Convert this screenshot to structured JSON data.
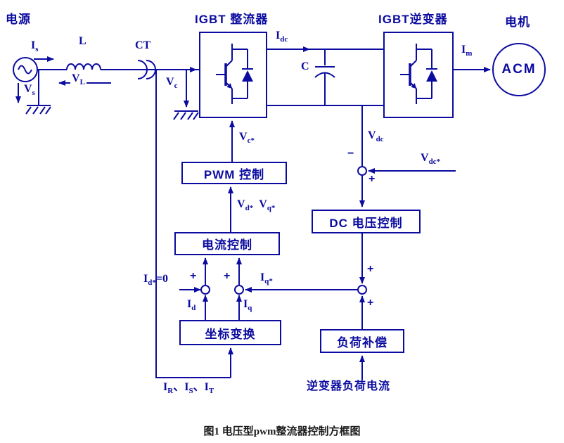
{
  "colors": {
    "line": "#0b0ba0",
    "caption": "#1a1a1a",
    "background": "#ffffff"
  },
  "caption": "图1 电压型pwm整流器控制方框图",
  "labels": {
    "power_source": "电源",
    "motor": "电机",
    "acm": "ACM",
    "rectifier_title": "IGBT 整流器",
    "inverter_title": "IGBT逆变器",
    "inductor": "L",
    "current_transformer": "CT",
    "capacitor": "C",
    "inverter_load_current": "逆变器负荷电流"
  },
  "blocks": {
    "pwm_control": "PWM 控制",
    "current_control": "电流控制",
    "coordinate_transform": "坐标变换",
    "dc_voltage_control": "DC 电压控制",
    "load_compensation": "负荷补偿"
  },
  "signals": {
    "is": {
      "m": "I",
      "s": "s"
    },
    "vl": {
      "m": "V",
      "s": "L"
    },
    "vs": {
      "m": "V",
      "s": "s"
    },
    "idc": {
      "m": "I",
      "s": "dc"
    },
    "im": {
      "m": "I",
      "s": "m"
    },
    "vc": {
      "m": "V",
      "s": "c"
    },
    "vc_ref": {
      "m": "V",
      "s": "c*"
    },
    "vd_ref": {
      "m": "V",
      "s": "d*"
    },
    "vq_ref": {
      "m": "V",
      "s": "q*"
    },
    "id_ref": {
      "m": "I",
      "s": "d*",
      "tail": "=0"
    },
    "iq_ref": {
      "m": "I",
      "s": "q*"
    },
    "id": {
      "m": "I",
      "s": "d"
    },
    "iq": {
      "m": "I",
      "s": "q"
    },
    "vdc": {
      "m": "V",
      "s": "dc"
    },
    "vdc_ref": {
      "m": "V",
      "s": "dc*"
    },
    "ir": {
      "m": "I",
      "s": "R"
    },
    "is2": {
      "m": "I",
      "s": "S"
    },
    "it": {
      "m": "I",
      "s": "T"
    },
    "sep": "、"
  },
  "signs": {
    "plus": "+",
    "minus": "−"
  }
}
